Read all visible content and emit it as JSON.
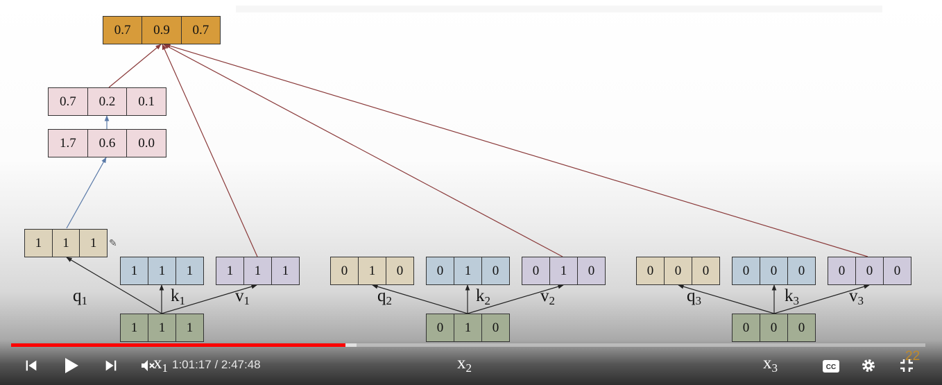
{
  "slide": {
    "output_vector": [
      "0.7",
      "0.9",
      "0.7"
    ],
    "softmax_weights": [
      "0.7",
      "0.2",
      "0.1"
    ],
    "scores": [
      "1.7",
      "0.6",
      "0.0"
    ],
    "tokens": [
      {
        "x": [
          "1",
          "1",
          "1"
        ],
        "q": [
          "1",
          "1",
          "1"
        ],
        "k": [
          "1",
          "1",
          "1"
        ],
        "v": [
          "1",
          "1",
          "1"
        ],
        "x_label": "x",
        "q_label": "q",
        "k_label": "k",
        "v_label": "v",
        "index": "1"
      },
      {
        "x": [
          "0",
          "1",
          "0"
        ],
        "q": [
          "0",
          "1",
          "0"
        ],
        "k": [
          "0",
          "1",
          "0"
        ],
        "v": [
          "0",
          "1",
          "0"
        ],
        "x_label": "x",
        "q_label": "q",
        "k_label": "k",
        "v_label": "v",
        "index": "2"
      },
      {
        "x": [
          "0",
          "0",
          "0"
        ],
        "q": [
          "0",
          "0",
          "0"
        ],
        "k": [
          "0",
          "0",
          "0"
        ],
        "v": [
          "0",
          "0",
          "0"
        ],
        "x_label": "x",
        "q_label": "q",
        "k_label": "k",
        "v_label": "v",
        "index": "3"
      }
    ],
    "slide_number": "22",
    "colors": {
      "output": "#d79b3a",
      "attention": "#efd9dd",
      "query": "#ddd3bb",
      "key": "#bcccd9",
      "value": "#cfcadc",
      "input": "#a3ae94",
      "arrow_red": "#8a3a3a",
      "arrow_blue": "#5a7aa8",
      "arrow_black": "#222222"
    }
  },
  "player": {
    "time_current": "1:01:17",
    "time_total": "2:47:48",
    "time_separator": " / ",
    "progress_played": 0.366,
    "progress_buffered": 0.378,
    "progress_color": "#ff0000",
    "icons": {
      "prev": "skip-previous-icon",
      "play": "play-icon",
      "next": "skip-next-icon",
      "volume": "volume-muted-icon",
      "captions": "captions-icon",
      "settings": "gear-icon",
      "exit_fullscreen": "exit-fullscreen-icon"
    }
  }
}
